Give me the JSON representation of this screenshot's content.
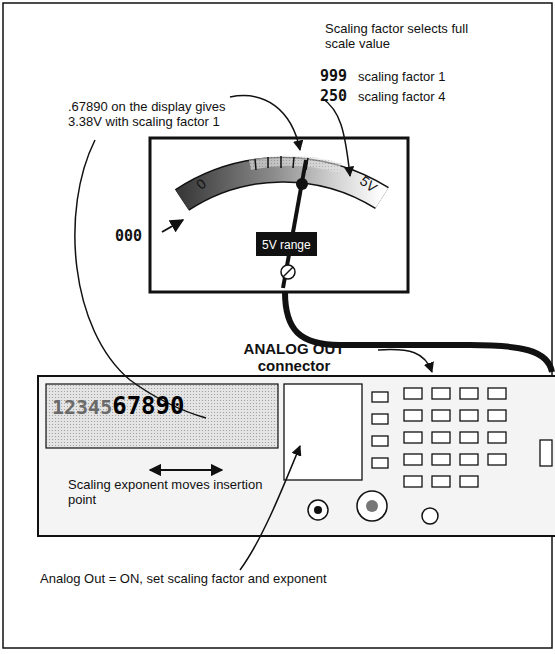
{
  "diagram": {
    "nodes": [
      {
        "text": [
          "12345",
          "67890"
        ]
      },
      {
        "text": [
          "5V range"
        ]
      }
    ],
    "labels": [
      ".67890 on the display gives 3.38V with scaling factor 1",
      "Scaling factor selects full scale value",
      "999",
      "scaling factor 1",
      "250",
      "scaling factor 4",
      "000",
      "0",
      "5V",
      "ANALOG OUT connector",
      "Scaling exponent moves insertion point",
      "Analog Out = ON, set scaling factor and exponent"
    ]
  }
}
